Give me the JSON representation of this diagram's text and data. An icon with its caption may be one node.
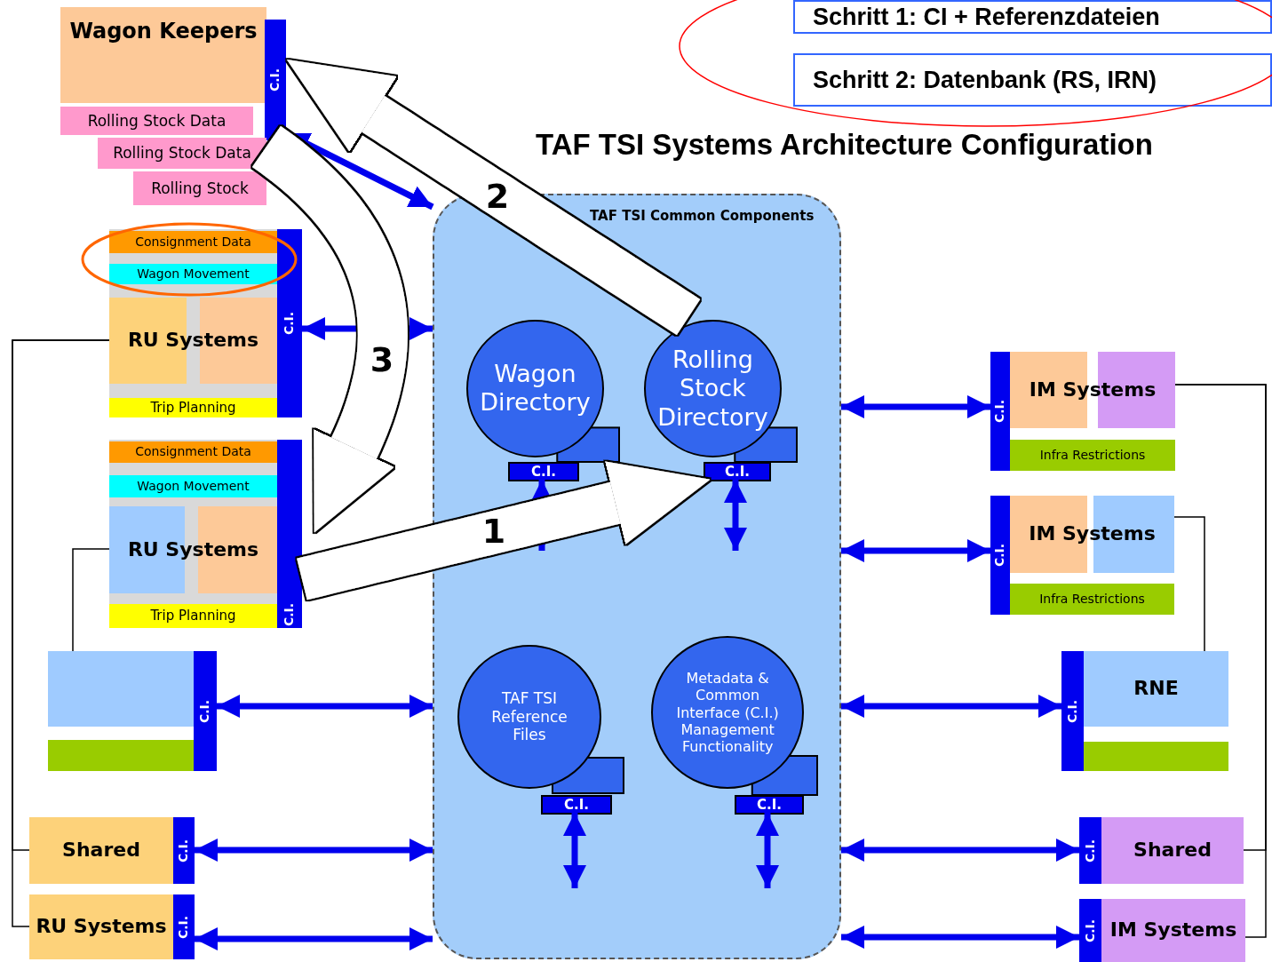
{
  "diagram": {
    "title": "TAF TSI Systems Architecture Configuration",
    "nodes": [
      {
        "text": [
          "Schritt 1: CI + Referenzdateien"
        ]
      },
      {
        "text": [
          "Schritt 2: Datenbank (RS, IRN)"
        ]
      },
      {
        "text": [
          "Wagon Keepers"
        ]
      },
      {
        "text": [
          "C.I."
        ]
      },
      {
        "text": [
          "Rolling Stock Data"
        ]
      },
      {
        "text": [
          "Rolling Stock Data"
        ]
      },
      {
        "text": [
          "Rolling Stock"
        ]
      },
      {
        "text": [],
        "shape": "box"
      },
      {
        "text": [
          "Consignment Data"
        ],
        "in": 7
      },
      {
        "text": [
          "Wagon Movement"
        ],
        "in": 7
      },
      {
        "text": [
          "RU Systems"
        ],
        "in": 7
      },
      {
        "text": [
          "Trip Planning"
        ],
        "in": 7
      },
      {
        "text": [
          "C.I."
        ]
      },
      {
        "text": [],
        "shape": "box"
      },
      {
        "text": [
          "Consignment Data"
        ],
        "in": 13
      },
      {
        "text": [
          "Wagon Movement"
        ],
        "in": 13
      },
      {
        "text": [
          "RU Systems"
        ],
        "in": 13
      },
      {
        "text": [
          "Trip Planning"
        ],
        "in": 13
      },
      {
        "text": [
          "C.I."
        ]
      },
      {
        "text": [],
        "shape": "box"
      },
      {
        "text": [],
        "shape": "box"
      },
      {
        "text": [
          "C.I."
        ]
      },
      {
        "text": [
          "Shared"
        ]
      },
      {
        "text": [
          "C.I."
        ]
      },
      {
        "text": [
          "RU Systems"
        ]
      },
      {
        "text": [
          "C.I."
        ]
      },
      {
        "text": [
          "TAF TSI Common Components"
        ]
      },
      {
        "text": [
          "Wagon Directory"
        ],
        "in": 26
      },
      {
        "text": [
          "C.I."
        ],
        "in": 26
      },
      {
        "text": [
          "Rolling Stock Directory"
        ],
        "in": 26
      },
      {
        "text": [
          "C.I."
        ],
        "in": 26
      },
      {
        "text": [
          "TAF TSI Reference Files"
        ],
        "in": 26
      },
      {
        "text": [
          "C.I."
        ],
        "in": 26
      },
      {
        "text": [
          "Metadata & Common Interface (C.I.) Management Functionality"
        ],
        "in": 26
      },
      {
        "text": [
          "C.I."
        ],
        "in": 26
      },
      {
        "text": [
          "IM Systems"
        ]
      },
      {
        "text": [
          "Infra Restrictions"
        ]
      },
      {
        "text": [
          "C.I."
        ]
      },
      {
        "text": [
          "IM Systems"
        ]
      },
      {
        "text": [
          "Infra Restrictions"
        ]
      },
      {
        "text": [
          "C.I."
        ]
      },
      {
        "text": [
          "RNE"
        ]
      },
      {
        "text": [],
        "shape": "box"
      },
      {
        "text": [
          "C.I."
        ]
      },
      {
        "text": [
          "Shared"
        ]
      },
      {
        "text": [
          "C.I."
        ]
      },
      {
        "text": [
          "IM Systems"
        ]
      },
      {
        "text": [
          "C.I."
        ]
      }
    ],
    "edges": [
      {
        "from": 3,
        "to": 26,
        "arrow": "both"
      },
      {
        "from": 12,
        "to": 26,
        "arrow": "both"
      },
      {
        "from": 21,
        "to": 26,
        "arrow": "both"
      },
      {
        "from": 23,
        "to": 26,
        "arrow": "both"
      },
      {
        "from": 25,
        "to": 26,
        "arrow": "both"
      },
      {
        "from": 28,
        "to": null,
        "arrow": "both"
      },
      {
        "from": 30,
        "to": null,
        "arrow": "both"
      },
      {
        "from": 32,
        "to": null,
        "arrow": "both"
      },
      {
        "from": 34,
        "to": null,
        "arrow": "both"
      },
      {
        "from": 37,
        "to": 26,
        "arrow": "both"
      },
      {
        "from": 40,
        "to": 26,
        "arrow": "both"
      },
      {
        "from": 43,
        "to": 26,
        "arrow": "both"
      },
      {
        "from": 45,
        "to": 26,
        "arrow": "both"
      },
      {
        "from": 47,
        "to": 26,
        "arrow": "both"
      },
      {
        "from": 10,
        "to": 24,
        "arrow": "none",
        "color": "#000000"
      },
      {
        "from": 10,
        "to": 22,
        "arrow": "none",
        "color": "#000000"
      },
      {
        "from": 16,
        "to": 19,
        "arrow": "none",
        "color": "#000000"
      },
      {
        "from": 35,
        "to": 46,
        "arrow": "none",
        "color": "#000000"
      },
      {
        "from": 35,
        "to": 44,
        "arrow": "none",
        "color": "#000000"
      },
      {
        "from": 38,
        "to": 41,
        "arrow": "none",
        "color": "#000000"
      },
      {
        "from": 18,
        "to": 30,
        "arrow": "to",
        "label": "1",
        "style": "thick",
        "color": "#ffffff"
      },
      {
        "from": 29,
        "to": 3,
        "arrow": "to",
        "label": "2",
        "style": "thick",
        "color": "#ffffff"
      },
      {
        "from": 5,
        "to": 18,
        "arrow": "to",
        "label": "3",
        "style": "thick",
        "color": "#ffffff"
      }
    ]
  }
}
